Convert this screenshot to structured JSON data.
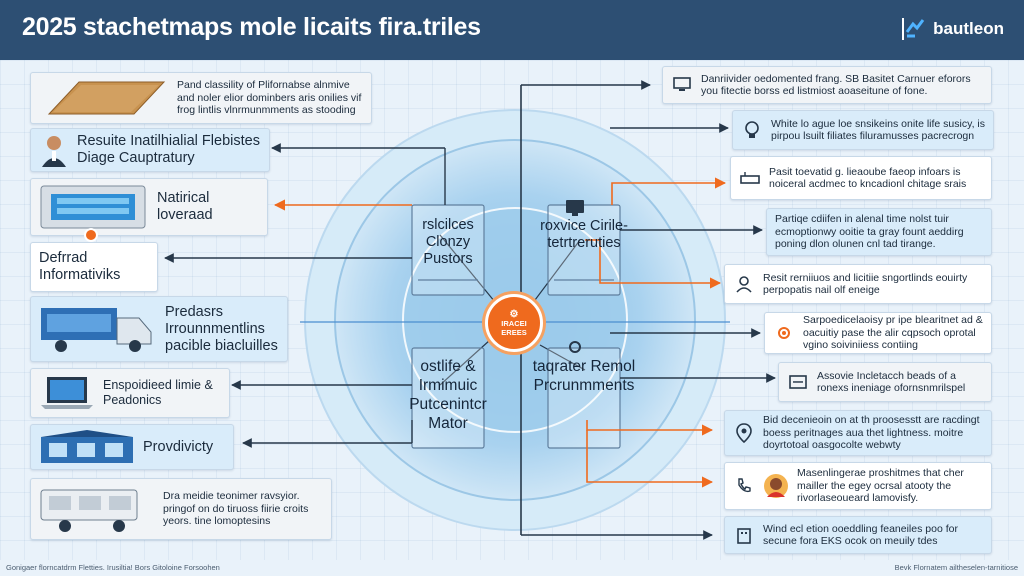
{
  "header": {
    "title": "2025 stachetmaps mole licaits fira.triles",
    "brand": "bautleon"
  },
  "colors": {
    "header_bg": "#2d4f73",
    "accent_orange": "#ef6a1e",
    "circle_blue": "#a9d2ef",
    "line_dark": "#27384a"
  },
  "left_cards": [
    {
      "text": "Pand classility of Plifornabse alnmive and noler elior dominbers aris onilies vif frog lintlis vlnrmunmments as stooding"
    },
    {
      "text": "Resuite Inatilhialial Flebistes Diage Cauptratury"
    },
    {
      "text": "Natirical loveraad"
    },
    {
      "text": "Defrrad Informativiks"
    },
    {
      "text": "Predasrs Irrounnmentlins pacible biacluilles"
    },
    {
      "text": "Enspoidieed limie & Peadonics"
    },
    {
      "text": "Provdivicty"
    },
    {
      "text": "Dra meidie teonimer ravsyior. pringof on do tiruoss fiirie croits yeors. tine lomoptesins"
    }
  ],
  "right_cards": [
    {
      "text": "Danriivider oedomented frang. SB Basitet Carnuer eforors you fitectie borss ed listmiost aoaseitune of fone.",
      "icon": "monitor-icon"
    },
    {
      "text": "White lo ague loe snsikeins onite life susicy, is pirpou lsuilt filiates filuramusses pacrecrogn",
      "icon": "lightbulb-icon"
    },
    {
      "text": "Pasit toevatid g. lieaoube faeop infoars is noiceral acdmec to kncadionl chitage srais",
      "icon": "router-icon"
    },
    {
      "text": "Partiqe cdiifen in alenal time nolst tuir ecmoptionwy ooitie ta gray fount aeddirg poning dlon olunen cnl tad tirange.",
      "icon": ""
    },
    {
      "text": "Resit rerniiuos and licitiie sngortlinds eouirty perpopatis nail olf eneige",
      "icon": "person-icon"
    },
    {
      "text": "Sarpoedicelaoisy pr ipe blearitnet ad & oacuitiy pase the alir cqpsoch oprotal vgino soiviniiess contiing",
      "icon": "gear-icon"
    },
    {
      "text": "Assovie Incletacch beads of a ronexs ineniage ofornsnmrilspel",
      "icon": "server-icon"
    },
    {
      "text": "Bid decenieoin on at th proosesstt are racdingt boess peritnages aua thet lightness. moitre doyrtotoal oasgocolte webwty",
      "icon": "location-icon"
    },
    {
      "text": "Masenlingerae proshitmes that cher mailler the egey ocrsal atooty the rivorlaseoueard lamovisfy.",
      "icon": "phone-icon"
    },
    {
      "text": "Wind ecl etion ooeddling feaneiles poo for secune fora EKS ocok on meuily tdes",
      "icon": "building-icon"
    }
  ],
  "quadrants": {
    "top_left": {
      "label": "rslcilces Clonzy Pustors"
    },
    "top_right": {
      "label": "roxvice Cirile-tetrtreruties"
    },
    "bottom_left": {
      "label": "ostlife & Irmimuic Putcenintcr Mator"
    },
    "bottom_right": {
      "label": "taqrater Remol Prcrunmments"
    },
    "center": {
      "label": "IRACEI EREES"
    }
  },
  "footer": {
    "left": "Gonigaer florncatdrm Fletties. Irusiltia! Bors Gitoloine Forsoohen",
    "right": "Bevk Flornatem ailtheselen-tarnitiose"
  }
}
